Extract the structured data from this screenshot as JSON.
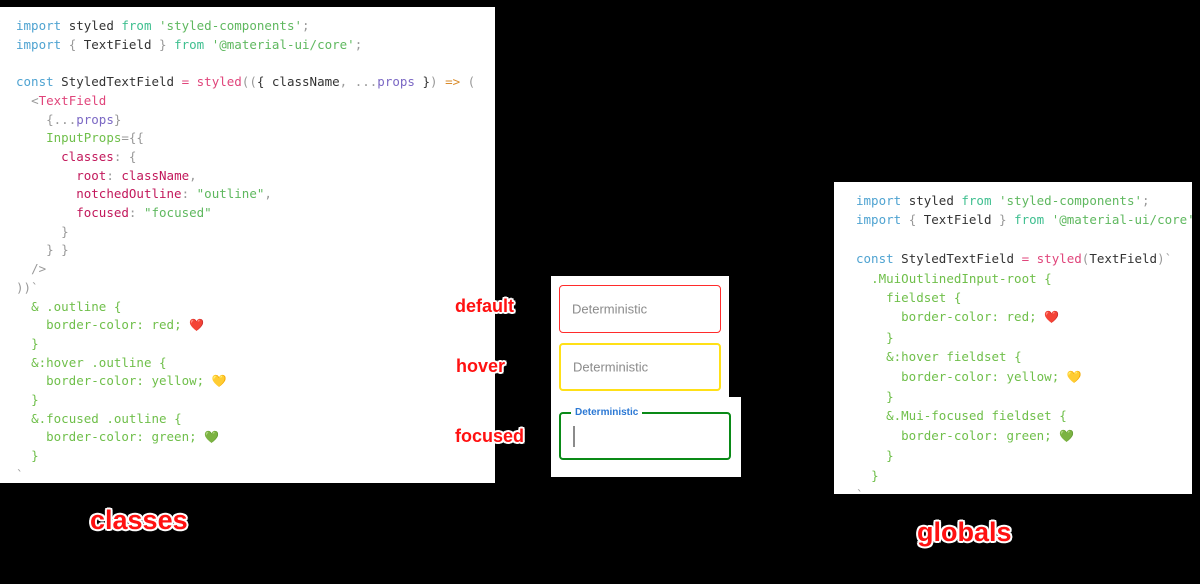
{
  "left_panel": {
    "title": "classes",
    "code_lines": [
      [
        {
          "t": "import",
          "c": "kw"
        },
        {
          "t": " ",
          "c": "plain"
        },
        {
          "t": "styled",
          "c": "plain"
        },
        {
          "t": " ",
          "c": "plain"
        },
        {
          "t": "from",
          "c": "from"
        },
        {
          "t": " ",
          "c": "plain"
        },
        {
          "t": "'styled-components'",
          "c": "str"
        },
        {
          "t": ";",
          "c": "punct"
        }
      ],
      [
        {
          "t": "import",
          "c": "kw"
        },
        {
          "t": " ",
          "c": "plain"
        },
        {
          "t": "{",
          "c": "punct"
        },
        {
          "t": " TextField ",
          "c": "plain"
        },
        {
          "t": "}",
          "c": "punct"
        },
        {
          "t": " ",
          "c": "plain"
        },
        {
          "t": "from",
          "c": "from"
        },
        {
          "t": " ",
          "c": "plain"
        },
        {
          "t": "'@material-ui/core'",
          "c": "str"
        },
        {
          "t": ";",
          "c": "punct"
        }
      ],
      [],
      [
        {
          "t": "const",
          "c": "kw"
        },
        {
          "t": " StyledTextField ",
          "c": "plain"
        },
        {
          "t": "=",
          "c": "fn"
        },
        {
          "t": " ",
          "c": "plain"
        },
        {
          "t": "styled",
          "c": "fn"
        },
        {
          "t": "((",
          "c": "punct"
        },
        {
          "t": "{ className",
          "c": "plain"
        },
        {
          "t": ",",
          "c": "punct"
        },
        {
          "t": " ",
          "c": "plain"
        },
        {
          "t": "...",
          "c": "punct"
        },
        {
          "t": "props",
          "c": "spread"
        },
        {
          "t": " }",
          "c": "plain"
        },
        {
          "t": ")",
          "c": "punct"
        },
        {
          "t": " ",
          "c": "plain"
        },
        {
          "t": "=>",
          "c": "arrow"
        },
        {
          "t": " ",
          "c": "plain"
        },
        {
          "t": "(",
          "c": "punct"
        }
      ],
      [
        {
          "t": "  ",
          "c": "plain"
        },
        {
          "t": "<",
          "c": "punct"
        },
        {
          "t": "TextField",
          "c": "tag"
        }
      ],
      [
        {
          "t": "    ",
          "c": "plain"
        },
        {
          "t": "{",
          "c": "punct"
        },
        {
          "t": "...",
          "c": "punct"
        },
        {
          "t": "props",
          "c": "spread"
        },
        {
          "t": "}",
          "c": "punct"
        }
      ],
      [
        {
          "t": "    ",
          "c": "plain"
        },
        {
          "t": "InputProps",
          "c": "prop"
        },
        {
          "t": "=",
          "c": "punct"
        },
        {
          "t": "{{",
          "c": "punct"
        }
      ],
      [
        {
          "t": "      ",
          "c": "plain"
        },
        {
          "t": "classes",
          "c": "key"
        },
        {
          "t": ":",
          "c": "punct"
        },
        {
          "t": " ",
          "c": "plain"
        },
        {
          "t": "{",
          "c": "punct"
        }
      ],
      [
        {
          "t": "        ",
          "c": "plain"
        },
        {
          "t": "root",
          "c": "key"
        },
        {
          "t": ":",
          "c": "punct"
        },
        {
          "t": " className",
          "c": "key"
        },
        {
          "t": ",",
          "c": "punct"
        }
      ],
      [
        {
          "t": "        ",
          "c": "plain"
        },
        {
          "t": "notchedOutline",
          "c": "key"
        },
        {
          "t": ":",
          "c": "punct"
        },
        {
          "t": " ",
          "c": "plain"
        },
        {
          "t": "\"outline\"",
          "c": "str"
        },
        {
          "t": ",",
          "c": "punct"
        }
      ],
      [
        {
          "t": "        ",
          "c": "plain"
        },
        {
          "t": "focused",
          "c": "key"
        },
        {
          "t": ":",
          "c": "punct"
        },
        {
          "t": " ",
          "c": "plain"
        },
        {
          "t": "\"focused\"",
          "c": "str"
        }
      ],
      [
        {
          "t": "      ",
          "c": "plain"
        },
        {
          "t": "}",
          "c": "punct"
        }
      ],
      [
        {
          "t": "    ",
          "c": "plain"
        },
        {
          "t": "} }",
          "c": "punct"
        }
      ],
      [
        {
          "t": "  ",
          "c": "plain"
        },
        {
          "t": "/>",
          "c": "punct"
        }
      ],
      [
        {
          "t": "))`",
          "c": "punct"
        }
      ],
      [
        {
          "t": "  ",
          "c": "plain"
        },
        {
          "t": "& .outline",
          "c": "sel"
        },
        {
          "t": " ",
          "c": "plain"
        },
        {
          "t": "{",
          "c": "sel"
        }
      ],
      [
        {
          "t": "    ",
          "c": "plain"
        },
        {
          "t": "border-color",
          "c": "val"
        },
        {
          "t": ":",
          "c": "val"
        },
        {
          "t": " ",
          "c": "plain"
        },
        {
          "t": "red",
          "c": "val"
        },
        {
          "t": ";",
          "c": "val"
        },
        {
          "t": " ",
          "c": "plain"
        },
        {
          "t": "❤️",
          "c": "emoji"
        }
      ],
      [
        {
          "t": "  ",
          "c": "plain"
        },
        {
          "t": "}",
          "c": "sel"
        }
      ],
      [
        {
          "t": "  ",
          "c": "plain"
        },
        {
          "t": "&:hover .outline",
          "c": "sel"
        },
        {
          "t": " ",
          "c": "plain"
        },
        {
          "t": "{",
          "c": "sel"
        }
      ],
      [
        {
          "t": "    ",
          "c": "plain"
        },
        {
          "t": "border-color",
          "c": "val"
        },
        {
          "t": ":",
          "c": "val"
        },
        {
          "t": " ",
          "c": "plain"
        },
        {
          "t": "yellow",
          "c": "val"
        },
        {
          "t": ";",
          "c": "val"
        },
        {
          "t": " ",
          "c": "plain"
        },
        {
          "t": "💛",
          "c": "emoji"
        }
      ],
      [
        {
          "t": "  ",
          "c": "plain"
        },
        {
          "t": "}",
          "c": "sel"
        }
      ],
      [
        {
          "t": "  ",
          "c": "plain"
        },
        {
          "t": "&.focused .outline",
          "c": "sel"
        },
        {
          "t": " ",
          "c": "plain"
        },
        {
          "t": "{",
          "c": "sel"
        }
      ],
      [
        {
          "t": "    ",
          "c": "plain"
        },
        {
          "t": "border-color",
          "c": "val"
        },
        {
          "t": ":",
          "c": "val"
        },
        {
          "t": " ",
          "c": "plain"
        },
        {
          "t": "green",
          "c": "val"
        },
        {
          "t": ";",
          "c": "val"
        },
        {
          "t": " ",
          "c": "plain"
        },
        {
          "t": "💚",
          "c": "emoji"
        }
      ],
      [
        {
          "t": "  ",
          "c": "plain"
        },
        {
          "t": "}",
          "c": "sel"
        }
      ],
      [
        {
          "t": "`",
          "c": "punct"
        }
      ],
      [
        {
          "t": ";",
          "c": "punct"
        }
      ]
    ]
  },
  "right_panel": {
    "title": "globals",
    "code_lines": [
      [
        {
          "t": "import",
          "c": "kw"
        },
        {
          "t": " ",
          "c": "plain"
        },
        {
          "t": "styled",
          "c": "plain"
        },
        {
          "t": " ",
          "c": "plain"
        },
        {
          "t": "from",
          "c": "from"
        },
        {
          "t": " ",
          "c": "plain"
        },
        {
          "t": "'styled-components'",
          "c": "str"
        },
        {
          "t": ";",
          "c": "punct"
        }
      ],
      [
        {
          "t": "import",
          "c": "kw"
        },
        {
          "t": " ",
          "c": "plain"
        },
        {
          "t": "{",
          "c": "punct"
        },
        {
          "t": " TextField ",
          "c": "plain"
        },
        {
          "t": "}",
          "c": "punct"
        },
        {
          "t": " ",
          "c": "plain"
        },
        {
          "t": "from",
          "c": "from"
        },
        {
          "t": " ",
          "c": "plain"
        },
        {
          "t": "'@material-ui/core'",
          "c": "str"
        },
        {
          "t": ";",
          "c": "punct"
        }
      ],
      [],
      [
        {
          "t": "const",
          "c": "kw"
        },
        {
          "t": " StyledTextField ",
          "c": "plain"
        },
        {
          "t": "=",
          "c": "fn"
        },
        {
          "t": " ",
          "c": "plain"
        },
        {
          "t": "styled",
          "c": "fn"
        },
        {
          "t": "(",
          "c": "punct"
        },
        {
          "t": "TextField",
          "c": "plain"
        },
        {
          "t": ")`",
          "c": "punct"
        }
      ],
      [
        {
          "t": "  ",
          "c": "plain"
        },
        {
          "t": ".MuiOutlinedInput-root",
          "c": "sel"
        },
        {
          "t": " ",
          "c": "plain"
        },
        {
          "t": "{",
          "c": "sel"
        }
      ],
      [
        {
          "t": "    ",
          "c": "plain"
        },
        {
          "t": "fieldset",
          "c": "sel"
        },
        {
          "t": " ",
          "c": "plain"
        },
        {
          "t": "{",
          "c": "sel"
        }
      ],
      [
        {
          "t": "      ",
          "c": "plain"
        },
        {
          "t": "border-color",
          "c": "val"
        },
        {
          "t": ":",
          "c": "val"
        },
        {
          "t": " ",
          "c": "plain"
        },
        {
          "t": "red",
          "c": "val"
        },
        {
          "t": ";",
          "c": "val"
        },
        {
          "t": " ",
          "c": "plain"
        },
        {
          "t": "❤️",
          "c": "emoji"
        }
      ],
      [
        {
          "t": "    ",
          "c": "plain"
        },
        {
          "t": "}",
          "c": "sel"
        }
      ],
      [
        {
          "t": "    ",
          "c": "plain"
        },
        {
          "t": "&:hover fieldset",
          "c": "sel"
        },
        {
          "t": " ",
          "c": "plain"
        },
        {
          "t": "{",
          "c": "sel"
        }
      ],
      [
        {
          "t": "      ",
          "c": "plain"
        },
        {
          "t": "border-color",
          "c": "val"
        },
        {
          "t": ":",
          "c": "val"
        },
        {
          "t": " ",
          "c": "plain"
        },
        {
          "t": "yellow",
          "c": "val"
        },
        {
          "t": ";",
          "c": "val"
        },
        {
          "t": " ",
          "c": "plain"
        },
        {
          "t": "💛",
          "c": "emoji"
        }
      ],
      [
        {
          "t": "    ",
          "c": "plain"
        },
        {
          "t": "}",
          "c": "sel"
        }
      ],
      [
        {
          "t": "    ",
          "c": "plain"
        },
        {
          "t": "&.Mui-focused fieldset",
          "c": "sel"
        },
        {
          "t": " ",
          "c": "plain"
        },
        {
          "t": "{",
          "c": "sel"
        }
      ],
      [
        {
          "t": "      ",
          "c": "plain"
        },
        {
          "t": "border-color",
          "c": "val"
        },
        {
          "t": ":",
          "c": "val"
        },
        {
          "t": " ",
          "c": "plain"
        },
        {
          "t": "green",
          "c": "val"
        },
        {
          "t": ";",
          "c": "val"
        },
        {
          "t": " ",
          "c": "plain"
        },
        {
          "t": "💚",
          "c": "emoji"
        }
      ],
      [
        {
          "t": "    ",
          "c": "plain"
        },
        {
          "t": "}",
          "c": "sel"
        }
      ],
      [
        {
          "t": "  ",
          "c": "plain"
        },
        {
          "t": "}",
          "c": "sel"
        }
      ],
      [
        {
          "t": "`",
          "c": "punct"
        }
      ],
      [
        {
          "t": ";",
          "c": "punct"
        }
      ]
    ]
  },
  "demo": {
    "states": {
      "default_label": "default",
      "hover_label": "hover",
      "focused_label": "focused"
    },
    "fields": {
      "default_value": "Deterministic",
      "hover_value": "Deterministic",
      "focused_label": "Deterministic",
      "focused_value": ""
    }
  },
  "colors": {
    "red": "#ff2b2b",
    "yellow": "#ffe017",
    "green": "#0a8a17",
    "label_blue": "#2b78d4",
    "annotation_red": "#ff1111",
    "background": "#000000",
    "panel": "#ffffff"
  }
}
